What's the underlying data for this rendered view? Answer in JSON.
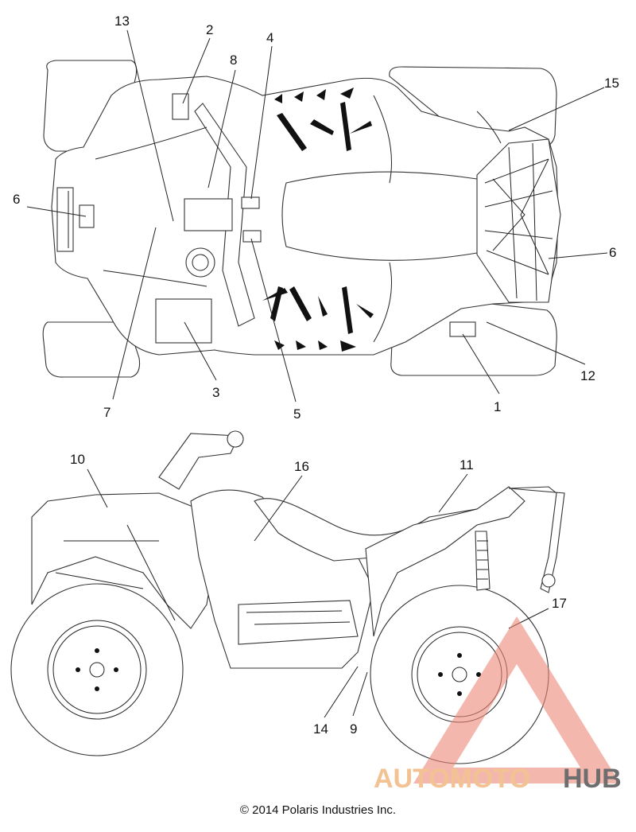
{
  "diagram": {
    "callouts": [
      {
        "id": "c1",
        "label": "1"
      },
      {
        "id": "c2",
        "label": "2"
      },
      {
        "id": "c3",
        "label": "3"
      },
      {
        "id": "c4",
        "label": "4"
      },
      {
        "id": "c5",
        "label": "5"
      },
      {
        "id": "c6a",
        "label": "6"
      },
      {
        "id": "c6b",
        "label": "6"
      },
      {
        "id": "c7",
        "label": "7"
      },
      {
        "id": "c8",
        "label": "8"
      },
      {
        "id": "c9",
        "label": "9"
      },
      {
        "id": "c10",
        "label": "10"
      },
      {
        "id": "c11",
        "label": "11"
      },
      {
        "id": "c12",
        "label": "12"
      },
      {
        "id": "c13",
        "label": "13"
      },
      {
        "id": "c14",
        "label": "14"
      },
      {
        "id": "c15",
        "label": "15"
      },
      {
        "id": "c16",
        "label": "16"
      },
      {
        "id": "c17",
        "label": "17"
      }
    ]
  },
  "watermark": {
    "part1": "AUTOMOTO",
    "part2": "HUB",
    "color1": "#f2b880",
    "color2": "#555555",
    "logo_color": "#ee8877"
  },
  "footer": {
    "copyright": "© 2014 Polaris Industries Inc."
  }
}
